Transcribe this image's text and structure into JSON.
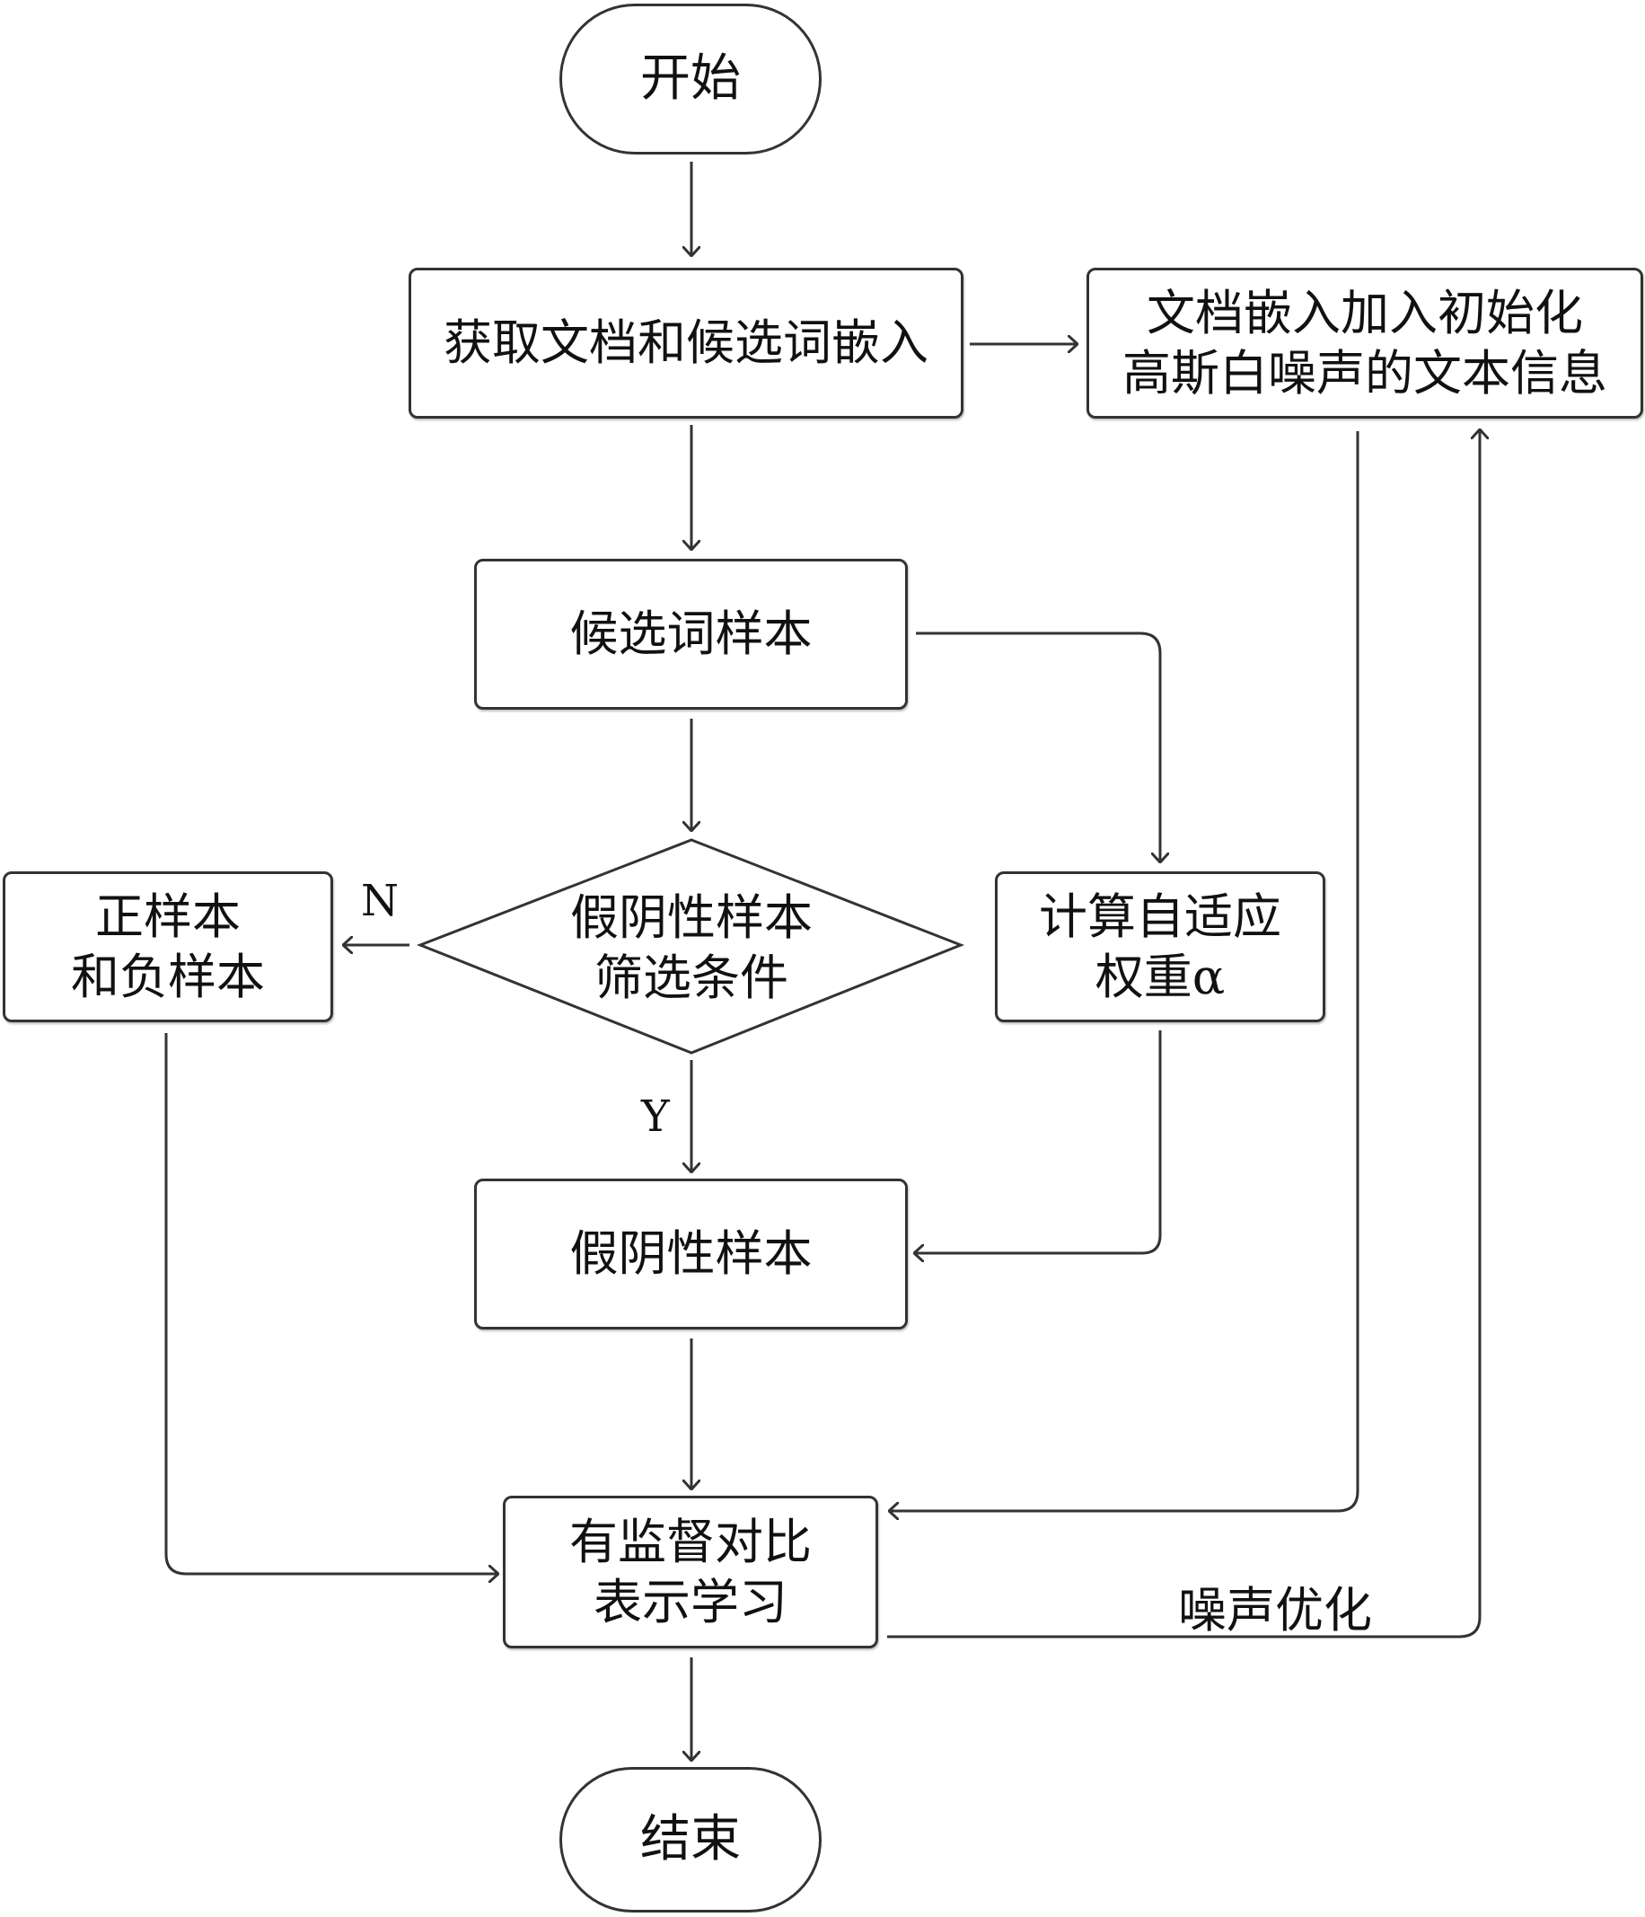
{
  "nodes": {
    "start": "开始",
    "get_embed": "获取文档和候选词嵌入",
    "doc_noise": "文档嵌入加入初始化\n高斯白噪声的文本信息",
    "candidates": "候选词样本",
    "condition": "假阴性样本\n筛选条件",
    "pos_neg": "正样本\n和负样本",
    "weight": "计算自适应\n权重α",
    "false_neg": "假阴性样本",
    "learning": "有监督对比\n表示学习",
    "end": "结束"
  },
  "labels": {
    "no": "N",
    "yes": "Y",
    "noise_opt": "噪声优化"
  },
  "colors": {
    "line": "#333333",
    "border": "#333333",
    "text": "#111111"
  }
}
